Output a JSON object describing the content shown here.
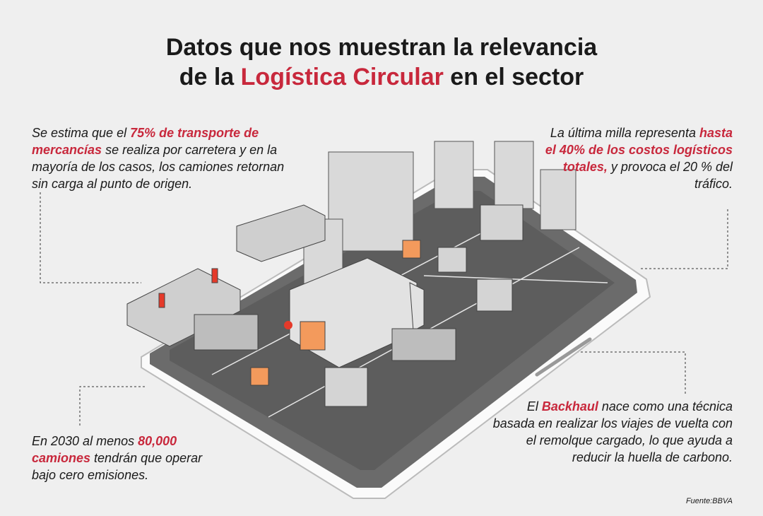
{
  "title": {
    "line1": "Datos que nos muestran la relevancia",
    "line2_pre": "de la ",
    "line2_highlight": "Logística Circular",
    "line2_post": " en el sector"
  },
  "facts": {
    "top_left": {
      "pre": "Se estima que el ",
      "highlight": "75% de transporte de mercancías",
      "post": " se realiza por carretera y en la mayoría de los casos, los camiones retornan sin carga al punto de origen."
    },
    "top_right": {
      "pre": "La última milla representa ",
      "highlight": "hasta el 40% de los costos logísticos totales,",
      "post": " y provoca el 20 % del tráfico."
    },
    "bottom_left": {
      "pre": "En 2030 al menos ",
      "highlight": "80,000 camiones",
      "post": " tendrán que operar bajo cero emisiones."
    },
    "bottom_right": {
      "pre": "El ",
      "highlight": "Backhaul",
      "post": " nace como una técnica basada en realizar los viajes de vuelta con el remolque cargado, lo que ayuda a reducir la huella de carbono."
    }
  },
  "source": "Fuente:BBVA",
  "colors": {
    "accent": "#c8283c",
    "background": "#efefef",
    "platform": "#6b6b6b"
  }
}
